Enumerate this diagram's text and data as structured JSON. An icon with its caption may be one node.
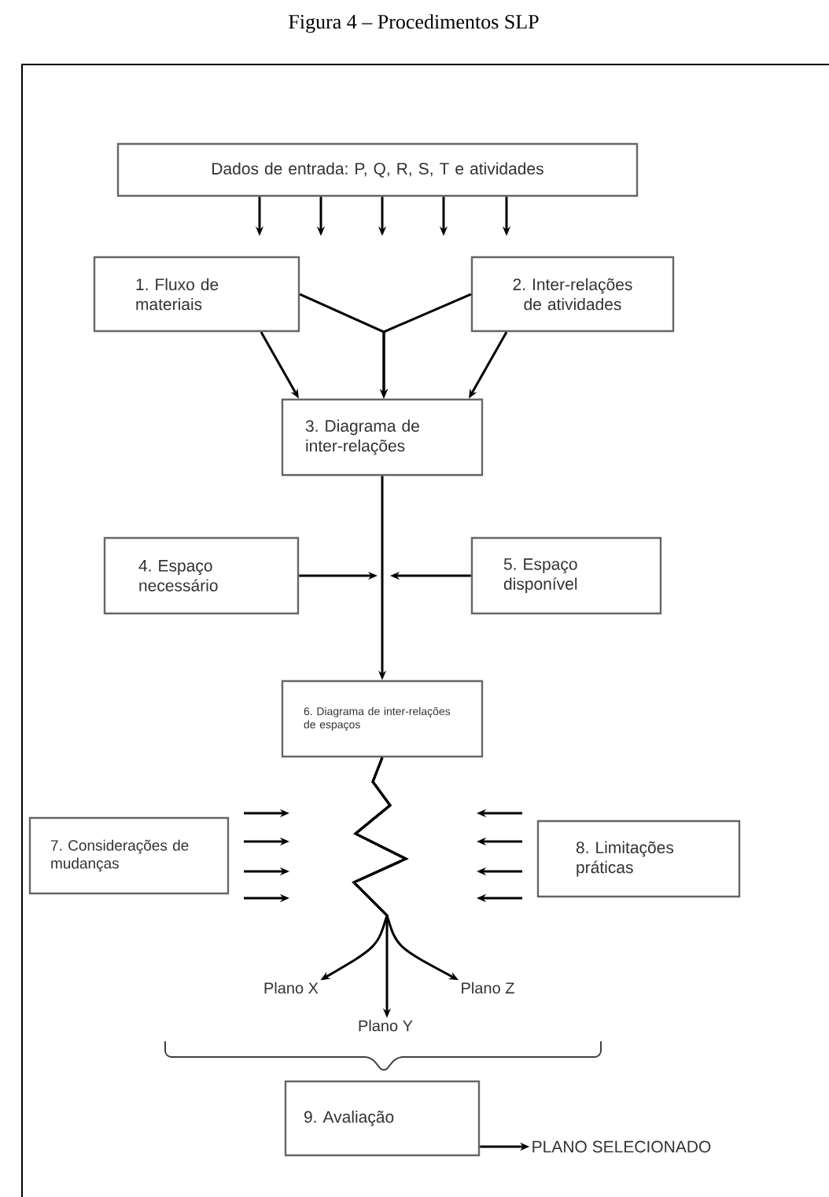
{
  "diagram": {
    "title": "Figura 4 – Procedimentos SLP",
    "nodes": [
      {
        "text": [
          "Dados de entrada: P, Q, R, S, T e atividades"
        ]
      },
      {
        "text": [
          "1. Fluxo de materiais"
        ]
      },
      {
        "text": [
          "2. Inter-relações de atividades"
        ]
      },
      {
        "text": [
          "3. Diagrama de inter-relações"
        ]
      },
      {
        "text": [
          "4. Espaço necessário"
        ]
      },
      {
        "text": [
          "5. Espaço disponível"
        ]
      },
      {
        "text": [
          "6. Diagrama de inter-relações de espaços"
        ]
      },
      {
        "text": [
          "7. Considerações de mudanças"
        ]
      },
      {
        "text": [
          "8. Limitações práticas"
        ]
      },
      {
        "text": [
          "Plano X"
        ]
      },
      {
        "text": [
          "Plano Y"
        ]
      },
      {
        "text": [
          "Plano Z"
        ]
      },
      {
        "text": [
          "9. Avaliação"
        ]
      },
      {
        "text": [
          "PLANO SELECIONADO"
        ]
      }
    ],
    "edges": [
      {
        "from": 0,
        "to": null,
        "arrow": "to"
      },
      {
        "from": 0,
        "to": null,
        "arrow": "to"
      },
      {
        "from": 0,
        "to": null,
        "arrow": "to"
      },
      {
        "from": 0,
        "to": null,
        "arrow": "to"
      },
      {
        "from": 0,
        "to": null,
        "arrow": "to"
      },
      {
        "from": 1,
        "to": 3,
        "arrow": "to"
      },
      {
        "from": 1,
        "to": 3,
        "arrow": "to"
      },
      {
        "from": 2,
        "to": 3,
        "arrow": "to"
      },
      {
        "from": 2,
        "to": 3,
        "arrow": "to"
      },
      {
        "from": 3,
        "to": 6,
        "arrow": "to"
      },
      {
        "from": 4,
        "to": null,
        "arrow": "to"
      },
      {
        "from": 5,
        "to": null,
        "arrow": "to"
      },
      {
        "from": 6,
        "to": 9,
        "arrow": "to"
      },
      {
        "from": 6,
        "to": 10,
        "arrow": "to"
      },
      {
        "from": 6,
        "to": 11,
        "arrow": "to"
      },
      {
        "from": 12,
        "to": 13,
        "arrow": "to"
      }
    ]
  }
}
